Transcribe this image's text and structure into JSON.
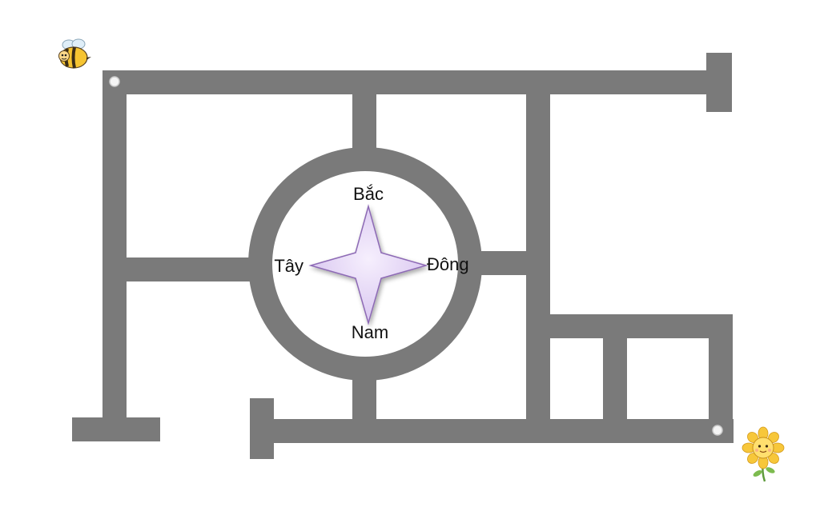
{
  "diagram": {
    "compass": {
      "north": "Bắc",
      "south": "Nam",
      "east": "Đông",
      "west": "Tây",
      "star_color": "#e2d2f5",
      "star_stroke": "#8d6ab5"
    },
    "road_color": "#7a7a7a",
    "start_icon": "bee-icon",
    "goal_icon": "sunflower-icon"
  }
}
